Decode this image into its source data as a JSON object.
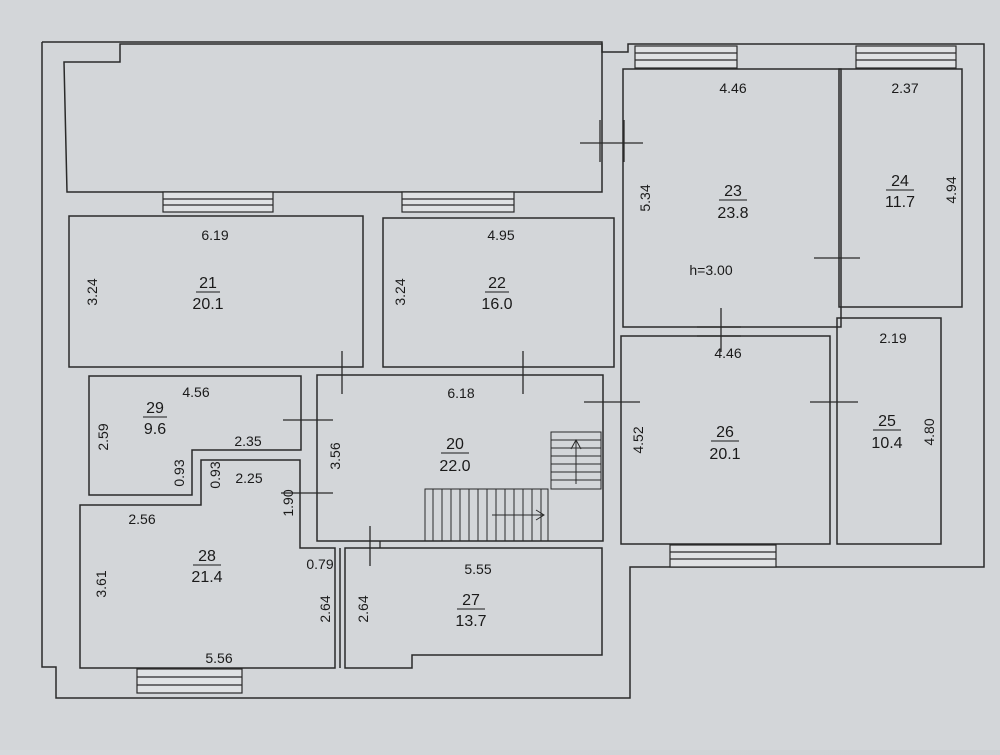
{
  "plan": {
    "ceiling_height": "h=3.00",
    "rooms": [
      {
        "number": "21",
        "area": "20.1",
        "dims": [
          "6.19",
          "3.24"
        ]
      },
      {
        "number": "22",
        "area": "16.0",
        "dims": [
          "4.95",
          "3.24"
        ]
      },
      {
        "number": "23",
        "area": "23.8",
        "dims": [
          "4.46",
          "5.34",
          "4.46"
        ]
      },
      {
        "number": "24",
        "area": "11.7",
        "dims": [
          "2.37",
          "4.94"
        ]
      },
      {
        "number": "25",
        "area": "10.4",
        "dims": [
          "2.19",
          "4.80"
        ]
      },
      {
        "number": "26",
        "area": "20.1",
        "dims": [
          "4.52"
        ]
      },
      {
        "number": "20",
        "area": "22.0",
        "dims": [
          "6.18",
          "3.56",
          "1.90"
        ]
      },
      {
        "number": "29",
        "area": "9.6",
        "dims": [
          "4.56",
          "2.59",
          "2.35",
          "0.93",
          "0.93"
        ]
      },
      {
        "number": "28",
        "area": "21.4",
        "dims": [
          "2.25",
          "2.56",
          "3.61",
          "5.56",
          "0.79",
          "2.64"
        ]
      },
      {
        "number": "27",
        "area": "13.7",
        "dims": [
          "5.55",
          "2.64"
        ]
      }
    ]
  }
}
